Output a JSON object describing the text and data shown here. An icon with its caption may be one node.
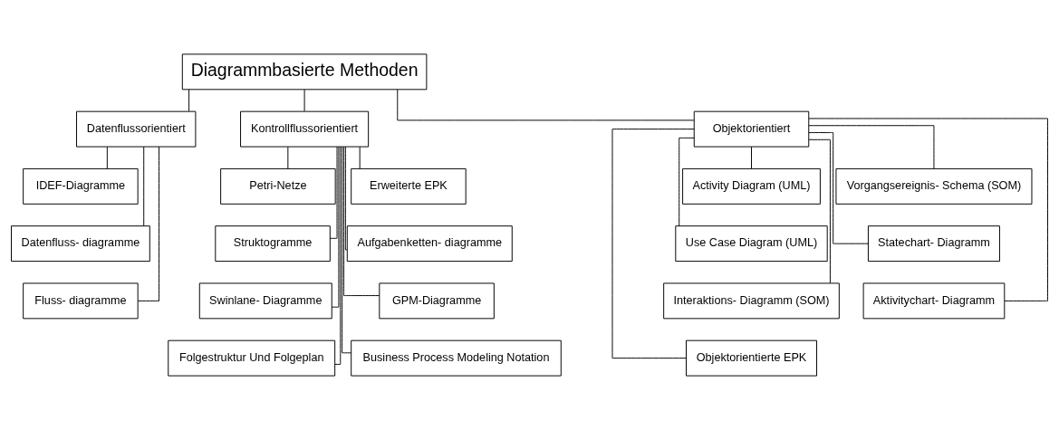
{
  "diagram": {
    "nodes": [
      {
        "text": [
          "Diagrammbasierte Methoden"
        ]
      },
      {
        "text": [
          "Datenflussorientiert"
        ]
      },
      {
        "text": [
          "Kontrollflussorientiert"
        ]
      },
      {
        "text": [
          "Objektorientiert"
        ]
      },
      {
        "text": [
          "IDEF-Diagramme"
        ]
      },
      {
        "text": [
          "Datenfluss- diagramme"
        ]
      },
      {
        "text": [
          "Fluss- diagramme"
        ]
      },
      {
        "text": [
          "Petri-Netze"
        ]
      },
      {
        "text": [
          "Erweiterte EPK"
        ]
      },
      {
        "text": [
          "Struktogramme"
        ]
      },
      {
        "text": [
          "Aufgabenketten- diagramme"
        ]
      },
      {
        "text": [
          "Swinlane- Diagramme"
        ]
      },
      {
        "text": [
          "GPM-Diagramme"
        ]
      },
      {
        "text": [
          "Folgestruktur Und Folgeplan"
        ]
      },
      {
        "text": [
          "Business Process Modeling Notation"
        ]
      },
      {
        "text": [
          "Activity Diagram (UML)"
        ]
      },
      {
        "text": [
          "Vorgangsereignis- Schema (SOM)"
        ]
      },
      {
        "text": [
          "Use Case Diagram (UML)"
        ]
      },
      {
        "text": [
          "Statechart- Diagramm"
        ]
      },
      {
        "text": [
          "Interaktions- Diagramm (SOM)"
        ]
      },
      {
        "text": [
          "Aktivitychart- Diagramm"
        ]
      },
      {
        "text": [
          "Objektorientierte EPK"
        ]
      }
    ],
    "edges": [
      {
        "from": 0,
        "to": 1,
        "arrow": "none"
      },
      {
        "from": 0,
        "to": 2,
        "arrow": "none"
      },
      {
        "from": 0,
        "to": 3,
        "arrow": "none"
      },
      {
        "from": 1,
        "to": 4,
        "arrow": "none"
      },
      {
        "from": 1,
        "to": 5,
        "arrow": "none"
      },
      {
        "from": 1,
        "to": 6,
        "arrow": "none"
      },
      {
        "from": 2,
        "to": 7,
        "arrow": "none"
      },
      {
        "from": 2,
        "to": 8,
        "arrow": "none"
      },
      {
        "from": 2,
        "to": 9,
        "arrow": "none"
      },
      {
        "from": 2,
        "to": 10,
        "arrow": "none"
      },
      {
        "from": 2,
        "to": 11,
        "arrow": "none"
      },
      {
        "from": 2,
        "to": 12,
        "arrow": "none"
      },
      {
        "from": 2,
        "to": 13,
        "arrow": "none"
      },
      {
        "from": 2,
        "to": 14,
        "arrow": "none"
      },
      {
        "from": 3,
        "to": 15,
        "arrow": "none"
      },
      {
        "from": 3,
        "to": 16,
        "arrow": "none"
      },
      {
        "from": 3,
        "to": 17,
        "arrow": "none"
      },
      {
        "from": 3,
        "to": 18,
        "arrow": "none"
      },
      {
        "from": 3,
        "to": 19,
        "arrow": "none"
      },
      {
        "from": 3,
        "to": 20,
        "arrow": "none"
      },
      {
        "from": 3,
        "to": 21,
        "arrow": "none"
      }
    ]
  }
}
